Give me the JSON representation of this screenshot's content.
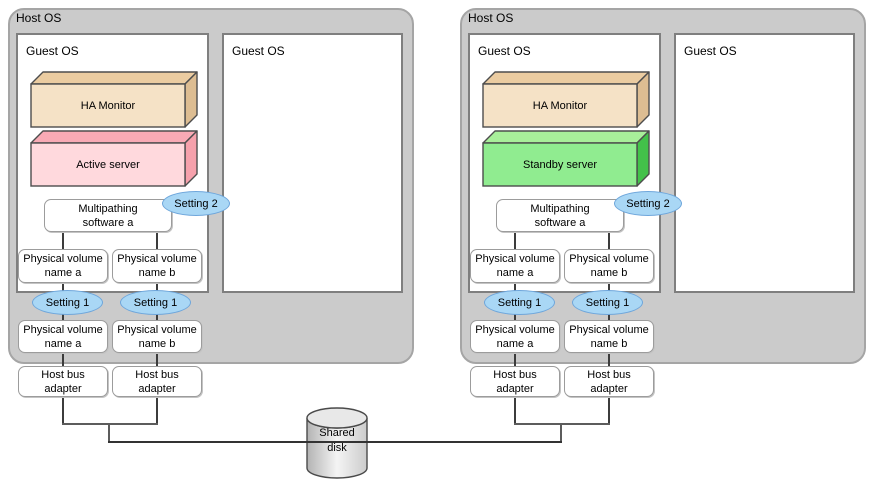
{
  "colors": {
    "host_bg": "#cbcbcb",
    "host_border": "#a5a5a5",
    "guest_bg": "#ffffff",
    "guest_border": "#7f7f7f",
    "round_box_border": "#9c9c9c",
    "setting_fill": "#a9d7f5",
    "setting_border": "#6ea6db",
    "connector_line": "#3c3c3c",
    "bus_line": "#333333"
  },
  "hosts": [
    {
      "title": "Host OS",
      "guest1_title": "Guest OS",
      "guest2_title": "Guest OS",
      "ha_monitor_label": "HA Monitor",
      "ha_colors": {
        "front": "#f5e2c6",
        "top": "#ebcca1",
        "side": "#ddbd92"
      },
      "server_label": "Active server",
      "server_colors": {
        "front": "#ffd9dd",
        "top": "#f8aab5",
        "side": "#f6a1ac"
      },
      "multipathing_label": "Multipathing\nsoftware a",
      "setting2_label": "Setting 2",
      "pv_guest_a_label": "Physical volume\nname a",
      "pv_guest_b_label": "Physical volume\nname b",
      "setting1_a_label": "Setting 1",
      "setting1_b_label": "Setting 1",
      "pv_host_a_label": "Physical volume\nname a",
      "pv_host_b_label": "Physical volume\nname b",
      "hba_a_label": "Host bus\nadapter",
      "hba_b_label": "Host bus\nadapter"
    },
    {
      "title": "Host OS",
      "guest1_title": "Guest OS",
      "guest2_title": "Guest OS",
      "ha_monitor_label": "HA Monitor",
      "ha_colors": {
        "front": "#f5e2c6",
        "top": "#ebcca1",
        "side": "#ddbd92"
      },
      "server_label": "Standby server",
      "server_colors": {
        "front": "#90ec90",
        "top": "#a8ef9a",
        "side": "#43c14a"
      },
      "multipathing_label": "Multipathing\nsoftware a",
      "setting2_label": "Setting 2",
      "pv_guest_a_label": "Physical volume\nname a",
      "pv_guest_b_label": "Physical volume\nname b",
      "setting1_a_label": "Setting 1",
      "setting1_b_label": "Setting 1",
      "pv_host_a_label": "Physical volume\nname a",
      "pv_host_b_label": "Physical volume\nname b",
      "hba_a_label": "Host bus\nadapter",
      "hba_b_label": "Host bus\nadapter"
    }
  ],
  "shared_disk": {
    "label": "Shared\ndisk"
  }
}
